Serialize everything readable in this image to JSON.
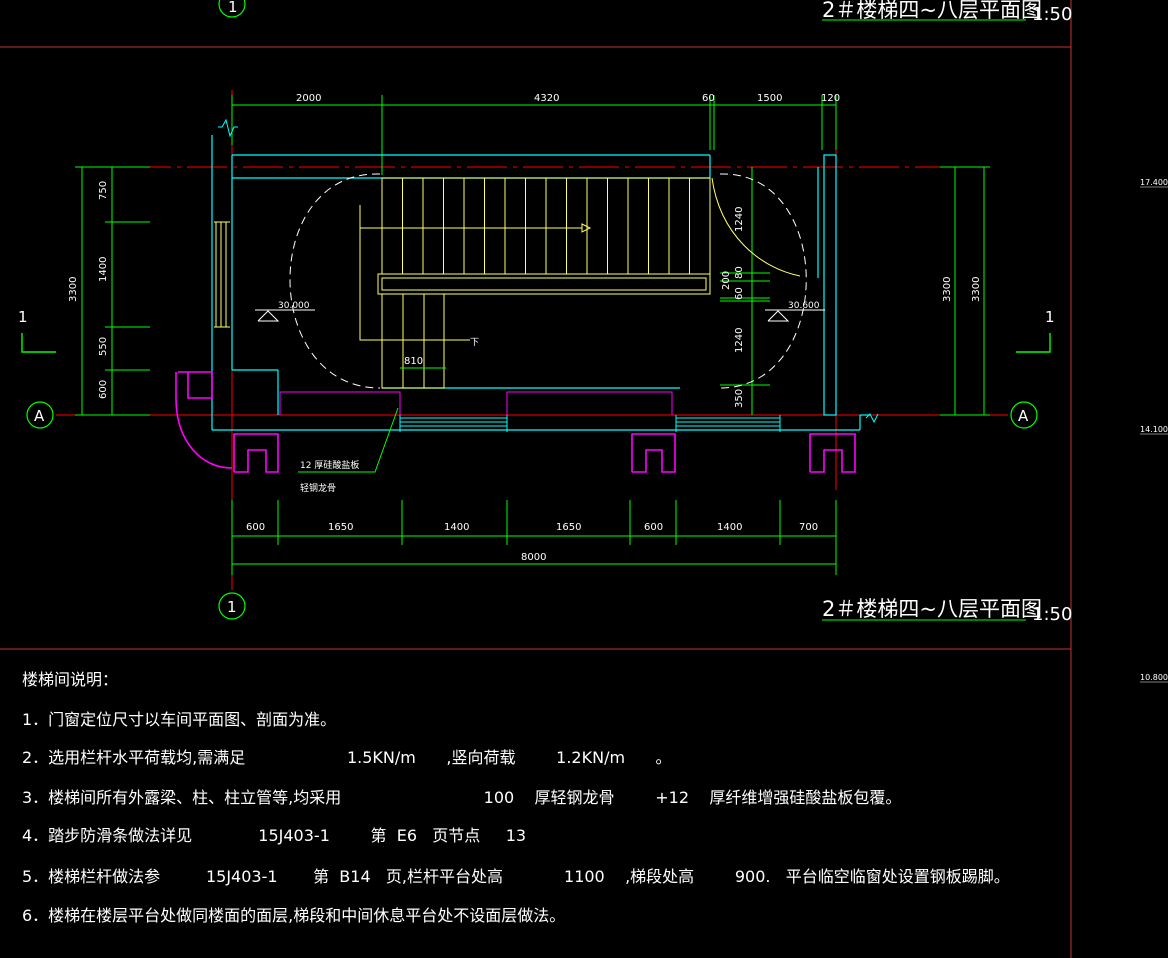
{
  "drawing": {
    "title": "2＃楼梯四~八层平面图",
    "title_top": "2＃楼梯四~八层平面图",
    "scale": "1:50",
    "axis_number": "1",
    "axis_letter": "A",
    "section_mark": "1",
    "dims_top": [
      "2000",
      "4320",
      "60",
      "1500",
      "120"
    ],
    "dims_bottom": [
      "600",
      "1650",
      "1400",
      "1650",
      "600",
      "1400",
      "700"
    ],
    "dim_total": "8000",
    "dims_left": [
      "750",
      "1400",
      "550",
      "600"
    ],
    "dim_left_total": "3300",
    "dims_right_inner": [
      "1240",
      "80",
      "200",
      "60",
      "1240",
      "350"
    ],
    "dim_right_a": "3300",
    "dim_right_b": "3300",
    "level_left": "30.000",
    "level_right": "30.600",
    "dim_810": "810",
    "stair_mark": "下",
    "note_line1": "12 厚硅酸盐板",
    "note_line2": "轻钢龙骨",
    "side_levels": [
      "17.400",
      "14.100",
      "10.800"
    ]
  },
  "notes": {
    "heading": "楼梯间说明：",
    "items": [
      "1．门窗定位尺寸以车间平面图、剖面为准。",
      "2．选用栏杆水平荷载均,需满足                    1.5KN/m      ,竖向荷载        1.2KN/m      。",
      "3．楼梯间所有外露梁、柱、柱立管等,均采用                            100    厚轻钢龙骨        +12    厚纤维增强硅酸盐板包覆。",
      "4．踏步防滑条做法详见             15J403-1        第  E6   页节点     13",
      "5．楼梯栏杆做法参         15J403-1       第  B14   页,栏杆平台处高            1100    ,梯段处高        900.   平台临空临窗处设置钢板踢脚。",
      "6．楼梯在楼层平台处做同楼面的面层,梯段和中间休息平台处不设面层做法。"
    ]
  },
  "colors": {
    "background": "#000000",
    "dimension": "#00ff00",
    "axis": "#ff0000",
    "wall": "#00ffff",
    "stair": "#ffff66",
    "column": "#ff00ff",
    "frame": "#c83232"
  }
}
